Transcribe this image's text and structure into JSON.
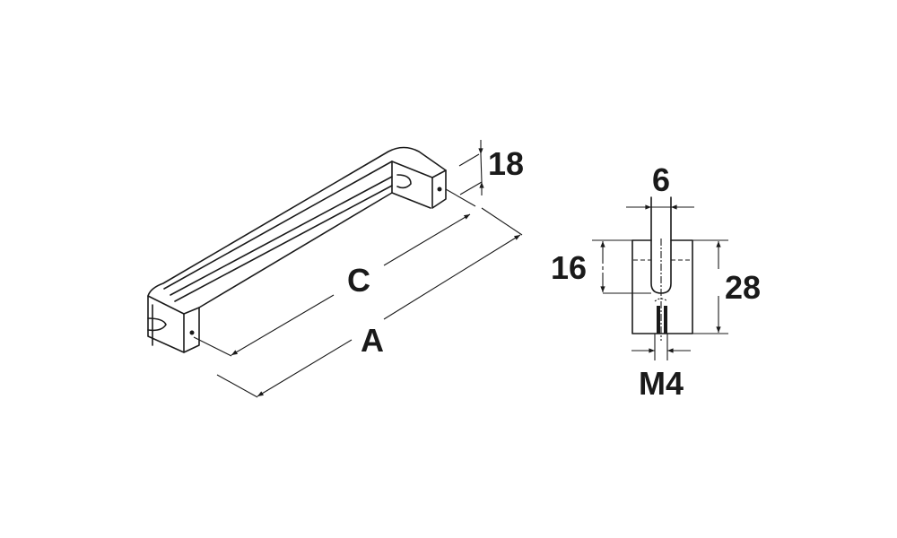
{
  "labels": {
    "height_18": "18",
    "hole_centres": "C",
    "overall_length": "A",
    "slot_width": "6",
    "slot_depth": "16",
    "block_height": "28",
    "thread": "M4"
  },
  "colors": {
    "line": "#1a1a1a",
    "background": "#ffffff"
  }
}
